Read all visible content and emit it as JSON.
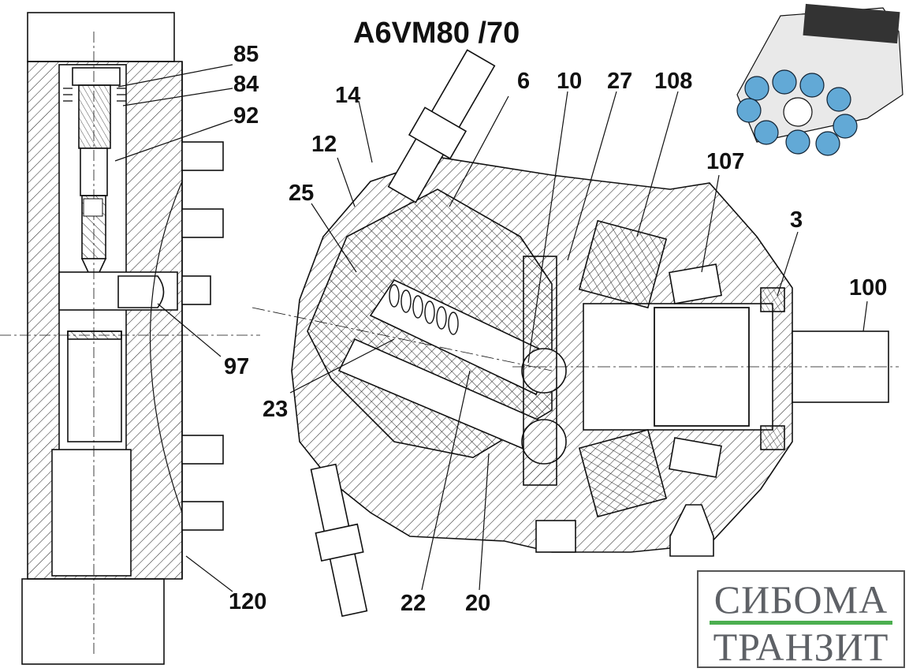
{
  "title": "A6VM80 /70",
  "callouts": {
    "c85": "85",
    "c84": "84",
    "c92": "92",
    "c97": "97",
    "c120": "120",
    "c14": "14",
    "c12": "12",
    "c25": "25",
    "c23": "23",
    "c22": "22",
    "c20": "20",
    "c6": "6",
    "c10": "10",
    "c27": "27",
    "c108": "108",
    "c107": "107",
    "c3": "3",
    "c100": "100"
  },
  "logo": {
    "line1": "СИБОМА",
    "line2": "ТРАНЗИТ",
    "bar_color": "#4caf50",
    "text_color": "#5e6166"
  },
  "colors": {
    "line": "#111111",
    "piston_blue": "#62a9d6",
    "hatch": "#222222"
  }
}
